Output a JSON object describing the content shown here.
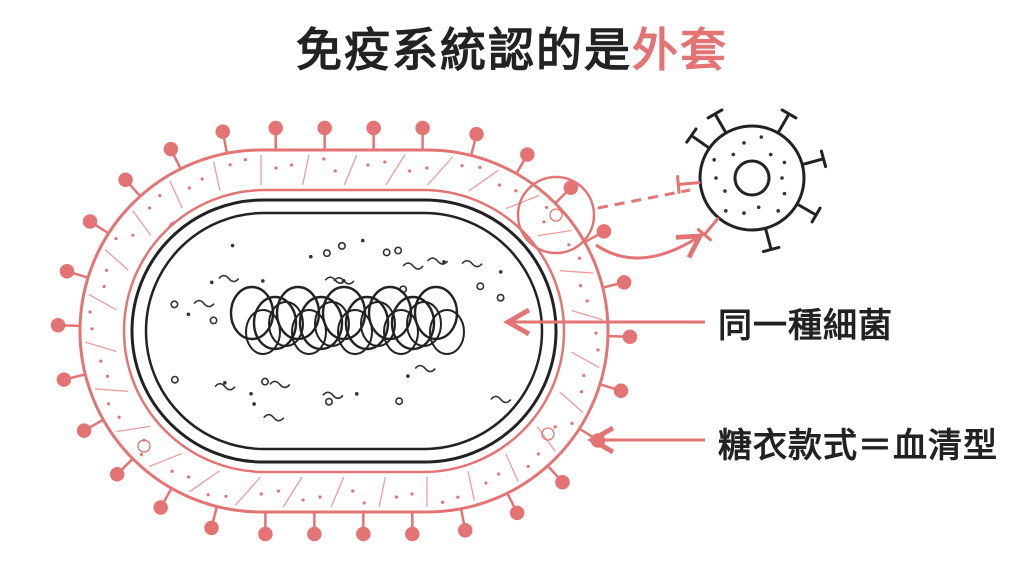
{
  "title": {
    "main": "免疫系統認的是",
    "accent": "外套"
  },
  "labels": {
    "same_bacteria": "同一種細菌",
    "serotype": "糖衣款式＝血清型"
  },
  "colors": {
    "accent": "#e47373",
    "ink": "#222222",
    "background": "#ffffff"
  },
  "icons": [
    "bacterium",
    "immune-cell",
    "dna-coil"
  ]
}
